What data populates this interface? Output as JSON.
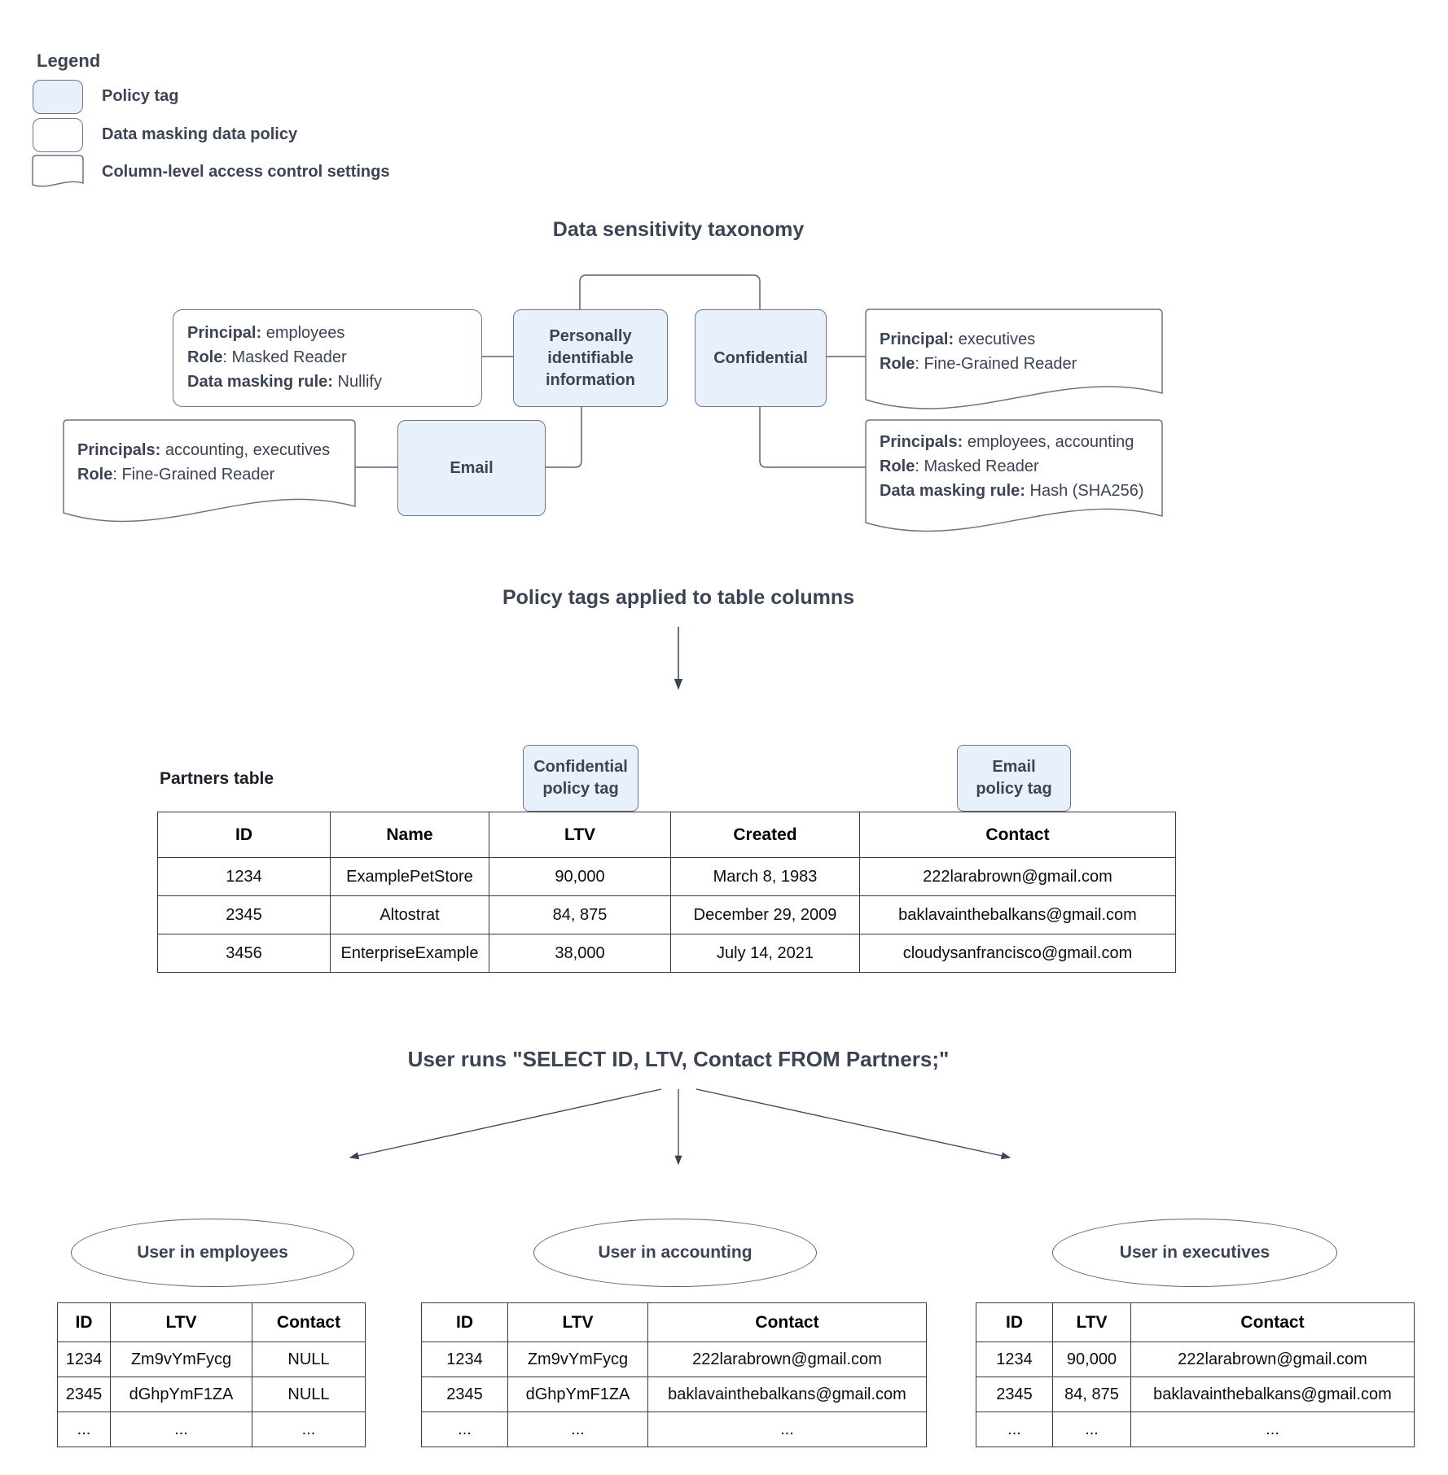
{
  "legend": {
    "title": "Legend",
    "items": [
      {
        "label": "Policy tag"
      },
      {
        "label": "Data masking data policy"
      },
      {
        "label": "Column-level access control settings"
      }
    ]
  },
  "colors": {
    "policy_tag_fill": "#e8f1fb",
    "shape_border": "#6b7687",
    "text": "#3b4455"
  },
  "taxonomy": {
    "title": "Data sensitivity taxonomy",
    "tags": {
      "pii": "Personally identifiable information",
      "confidential": "Confidential",
      "email": "Email"
    },
    "policies": {
      "employees_masking": {
        "l1b": "Principal:",
        "l1r": " employees",
        "l2b": "Role",
        "l2r": ": Masked Reader",
        "l3b": "Data masking rule:",
        "l3r": " Nullify"
      },
      "executives_access": {
        "l1b": "Principal:",
        "l1r": " executives",
        "l2b": "Role",
        "l2r": ": Fine-Grained Reader"
      },
      "accounting_access": {
        "l1b": "Principals:",
        "l1r": " accounting, executives",
        "l2b": "Role",
        "l2r": ": Fine-Grained Reader"
      },
      "confidential_masking": {
        "l1b": "Principals:",
        "l1r": " employees, accounting",
        "l2b": "Role",
        "l2r": ": Masked Reader",
        "l3b": "Data masking rule:",
        "l3r": " Hash (SHA256)"
      }
    }
  },
  "applied": {
    "title": "Policy tags applied to table columns",
    "confidential_tag_line1": "Confidential",
    "confidential_tag_line2": "policy tag",
    "email_tag_line1": "Email",
    "email_tag_line2": "policy tag",
    "table_label": "Partners table"
  },
  "partners_table": {
    "headers": [
      "ID",
      "Name",
      "LTV",
      "Created",
      "Contact"
    ],
    "rows": [
      [
        "1234",
        "ExamplePetStore",
        "90,000",
        "March 8, 1983",
        "222larabrown@gmail.com"
      ],
      [
        "2345",
        "Altostrat",
        "84, 875",
        "December 29, 2009",
        "baklavainthebalkans@gmail.com"
      ],
      [
        "3456",
        "EnterpriseExample",
        "38,000",
        "July 14, 2021",
        "cloudysanfrancisco@gmail.com"
      ]
    ]
  },
  "query": {
    "title": "User runs \"SELECT ID, LTV, Contact FROM Partners;\"",
    "results": [
      {
        "group": "User in employees",
        "headers": [
          "ID",
          "LTV",
          "Contact"
        ],
        "rows": [
          [
            "1234",
            "Zm9vYmFycg",
            "NULL"
          ],
          [
            "2345",
            "dGhpYmF1ZA",
            "NULL"
          ],
          [
            "...",
            "...",
            "..."
          ]
        ]
      },
      {
        "group": "User in accounting",
        "headers": [
          "ID",
          "LTV",
          "Contact"
        ],
        "rows": [
          [
            "1234",
            "Zm9vYmFycg",
            "222larabrown@gmail.com"
          ],
          [
            "2345",
            "dGhpYmF1ZA",
            "baklavainthebalkans@gmail.com"
          ],
          [
            "...",
            "...",
            "..."
          ]
        ]
      },
      {
        "group": "User in executives",
        "headers": [
          "ID",
          "LTV",
          "Contact"
        ],
        "rows": [
          [
            "1234",
            "90,000",
            "222larabrown@gmail.com"
          ],
          [
            "2345",
            "84, 875",
            "baklavainthebalkans@gmail.com"
          ],
          [
            "...",
            "...",
            "..."
          ]
        ]
      }
    ]
  }
}
